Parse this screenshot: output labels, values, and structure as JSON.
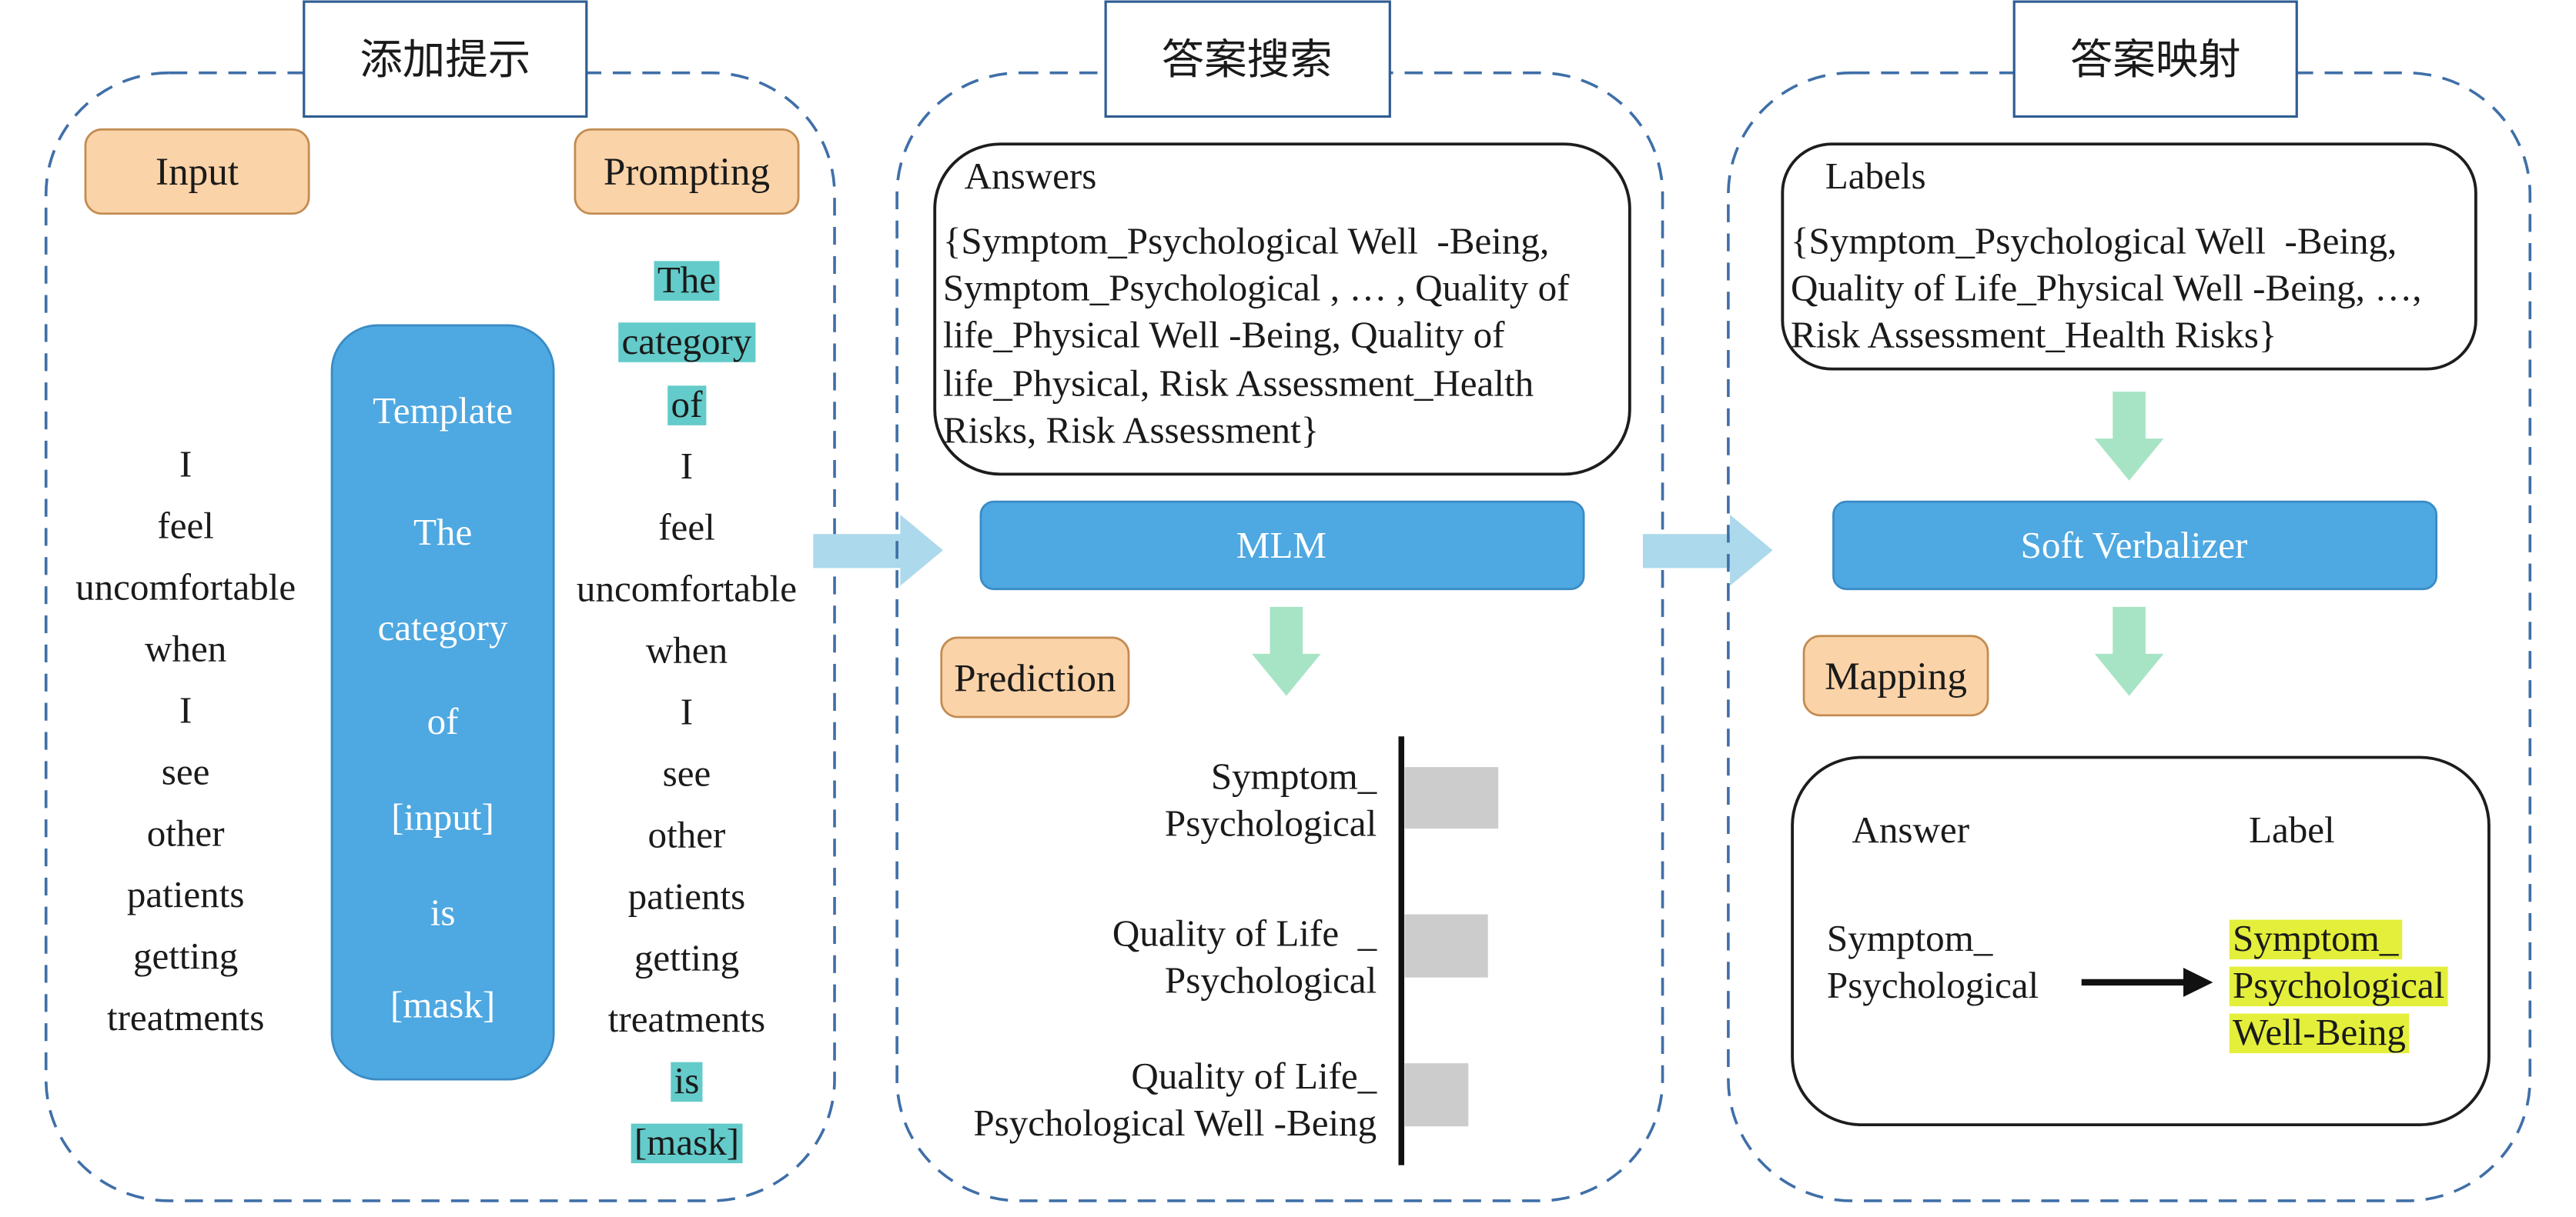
{
  "colors": {
    "panel_border": "#3f6fa8",
    "tag_fill": "#fbd3a8",
    "block_fill": "#4ea8e1",
    "teal_highlight": "#63cbca",
    "yellow_highlight": "#e3ef3b",
    "flow_arrow": "#acd9eb",
    "down_arrow": "#a7e4c6",
    "bar": "#cccccc"
  },
  "prompt_panel": {
    "title": "添加提示",
    "input_tag": "Input",
    "prompting_tag": "Prompting",
    "input_words": [
      "I",
      "feel",
      "uncomfortable",
      "when",
      "I",
      "see",
      "other",
      "patients",
      "getting",
      "treatments"
    ],
    "template": {
      "heading": "Template",
      "lines": [
        "The",
        "category",
        "of",
        "[input]",
        "is",
        "[mask]"
      ]
    },
    "prompted_words": [
      {
        "text": "The",
        "highlight": true
      },
      {
        "text": "category",
        "highlight": true
      },
      {
        "text": "of",
        "highlight": true
      },
      {
        "text": "I",
        "highlight": false
      },
      {
        "text": "feel",
        "highlight": false
      },
      {
        "text": "uncomfortable",
        "highlight": false
      },
      {
        "text": "when",
        "highlight": false
      },
      {
        "text": "I",
        "highlight": false
      },
      {
        "text": "see",
        "highlight": false
      },
      {
        "text": "other",
        "highlight": false
      },
      {
        "text": "patients",
        "highlight": false
      },
      {
        "text": "getting",
        "highlight": false
      },
      {
        "text": "treatments",
        "highlight": false
      },
      {
        "text": "is",
        "highlight": true
      },
      {
        "text": "[mask]",
        "highlight": true
      }
    ]
  },
  "search_panel": {
    "title": "答案搜索",
    "answers_heading": "Answers",
    "answers_lines": [
      "{Symptom_Psychological Well  -Being,",
      "Symptom_Psychological , … , Quality of",
      "life_Physical Well -Being, Quality of",
      "life_Physical, Risk Assessment_Health",
      "Risks, Risk Assessment}"
    ],
    "model": "MLM",
    "prediction_tag": "Prediction",
    "predictions": [
      {
        "label_lines": [
          "Symptom_",
          "Psychological"
        ],
        "relative_score": 1.0
      },
      {
        "label_lines": [
          "Quality of Life  _",
          "Psychological"
        ],
        "relative_score": 0.89
      },
      {
        "label_lines": [
          "Quality of Life_",
          "Psychological Well -Being"
        ],
        "relative_score": 0.68
      }
    ]
  },
  "mapping_panel": {
    "title": "答案映射",
    "labels_heading": "Labels",
    "labels_lines": [
      "{Symptom_Psychological Well  -Being,",
      "Quality of Life_Physical Well -Being, …,",
      "Risk Assessment_Health Risks}"
    ],
    "verbalizer": "Soft Verbalizer",
    "mapping_tag": "Mapping",
    "table": {
      "answer_header": "Answer",
      "label_header": "Label",
      "answer_lines": [
        "Symptom_",
        "Psychological"
      ],
      "label_lines": [
        "Symptom_",
        "Psychological",
        "Well-Being"
      ],
      "label_highlight": true
    }
  }
}
